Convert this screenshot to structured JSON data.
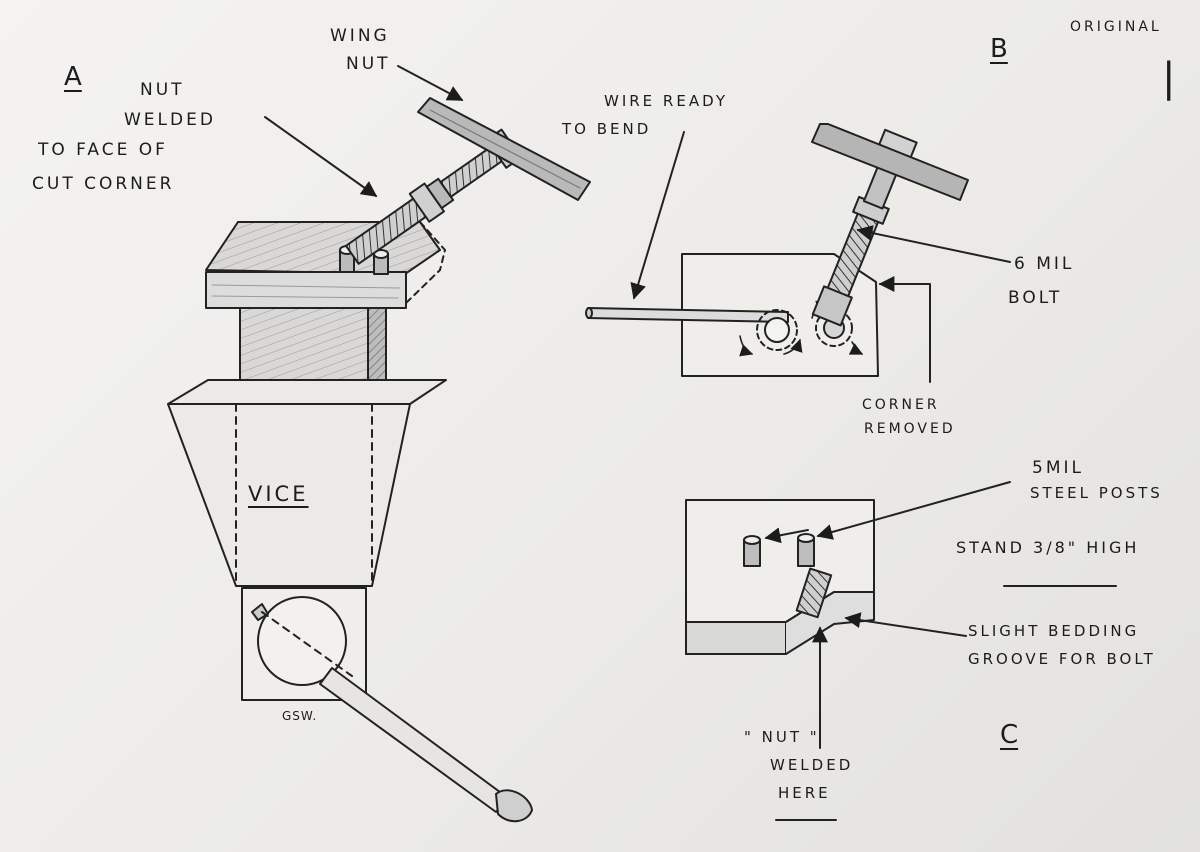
{
  "header": {
    "stamp": "ORIGINAL",
    "page_mark": "|"
  },
  "sections": {
    "a": {
      "letter": "A"
    },
    "b": {
      "letter": "B"
    },
    "c": {
      "letter": "C"
    }
  },
  "labels": {
    "nut_welded": [
      "NUT",
      "WELDED",
      "TO FACE OF",
      "CUT CORNER"
    ],
    "wing_nut": [
      "WING",
      "NUT"
    ],
    "vice": "VICE",
    "initials": "GSW.",
    "wire_ready": [
      "WIRE READY",
      "TO BEND"
    ],
    "bolt_6mil": [
      "6 MIL",
      "BOLT"
    ],
    "corner_removed": [
      "CORNER",
      "REMOVED"
    ],
    "steel_posts": [
      "5MIL",
      "STEEL POSTS"
    ],
    "stand_high": "STAND 3/8\" HIGH",
    "bedding_groove": [
      "SLIGHT BEDDING",
      "GROOVE FOR BOLT"
    ],
    "nut_welded_here": [
      "\" NUT \"",
      "WELDED",
      "HERE"
    ]
  }
}
